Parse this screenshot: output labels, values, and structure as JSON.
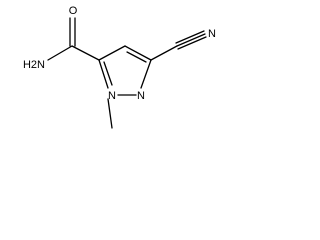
{
  "molecule": {
    "atoms": {
      "carbonyl_oxygen": "O",
      "amide_nitrogen": "H2N",
      "n1": "N",
      "n2": "N",
      "nitrile_nitrogen": "N"
    },
    "colors": {
      "bond": "#000000",
      "label": "#000000",
      "background": "#ffffff"
    }
  }
}
